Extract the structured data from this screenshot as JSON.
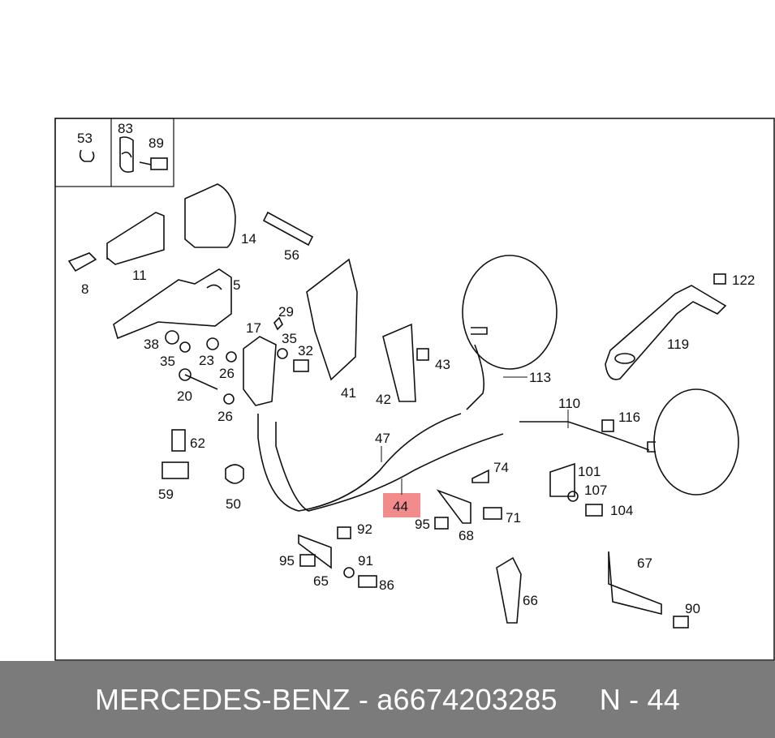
{
  "parts": [
    {
      "id": "p53",
      "label": "53"
    },
    {
      "id": "p83",
      "label": "83"
    },
    {
      "id": "p89",
      "label": "89"
    },
    {
      "id": "p14",
      "label": "14"
    },
    {
      "id": "p56",
      "label": "56"
    },
    {
      "id": "p11",
      "label": "11"
    },
    {
      "id": "p8",
      "label": "8"
    },
    {
      "id": "p5",
      "label": "5"
    },
    {
      "id": "p29",
      "label": "29"
    },
    {
      "id": "p17",
      "label": "17"
    },
    {
      "id": "p35a",
      "label": "35"
    },
    {
      "id": "p38",
      "label": "38"
    },
    {
      "id": "p35b",
      "label": "35"
    },
    {
      "id": "p23",
      "label": "23"
    },
    {
      "id": "p26a",
      "label": "26"
    },
    {
      "id": "p32",
      "label": "32"
    },
    {
      "id": "p20",
      "label": "20"
    },
    {
      "id": "p26b",
      "label": "26"
    },
    {
      "id": "p41",
      "label": "41"
    },
    {
      "id": "p42",
      "label": "42"
    },
    {
      "id": "p43",
      "label": "43"
    },
    {
      "id": "p113",
      "label": "113"
    },
    {
      "id": "p122",
      "label": "122"
    },
    {
      "id": "p119",
      "label": "119"
    },
    {
      "id": "p110",
      "label": "110"
    },
    {
      "id": "p116",
      "label": "116"
    },
    {
      "id": "p62",
      "label": "62"
    },
    {
      "id": "p47",
      "label": "47"
    },
    {
      "id": "p74",
      "label": "74"
    },
    {
      "id": "p101",
      "label": "101"
    },
    {
      "id": "p107",
      "label": "107"
    },
    {
      "id": "p104",
      "label": "104"
    },
    {
      "id": "p59",
      "label": "59"
    },
    {
      "id": "p50",
      "label": "50"
    },
    {
      "id": "p44",
      "label": "44"
    },
    {
      "id": "p95a",
      "label": "95"
    },
    {
      "id": "p68",
      "label": "68"
    },
    {
      "id": "p71",
      "label": "71"
    },
    {
      "id": "p92",
      "label": "92"
    },
    {
      "id": "p95b",
      "label": "95"
    },
    {
      "id": "p91",
      "label": "91"
    },
    {
      "id": "p65",
      "label": "65"
    },
    {
      "id": "p86",
      "label": "86"
    },
    {
      "id": "p66",
      "label": "66"
    },
    {
      "id": "p67",
      "label": "67"
    },
    {
      "id": "p90",
      "label": "90"
    }
  ],
  "highlight_part": "44",
  "footer": {
    "brand_part": "MERCEDES-BENZ - a6674203285",
    "position": "N - 44"
  }
}
